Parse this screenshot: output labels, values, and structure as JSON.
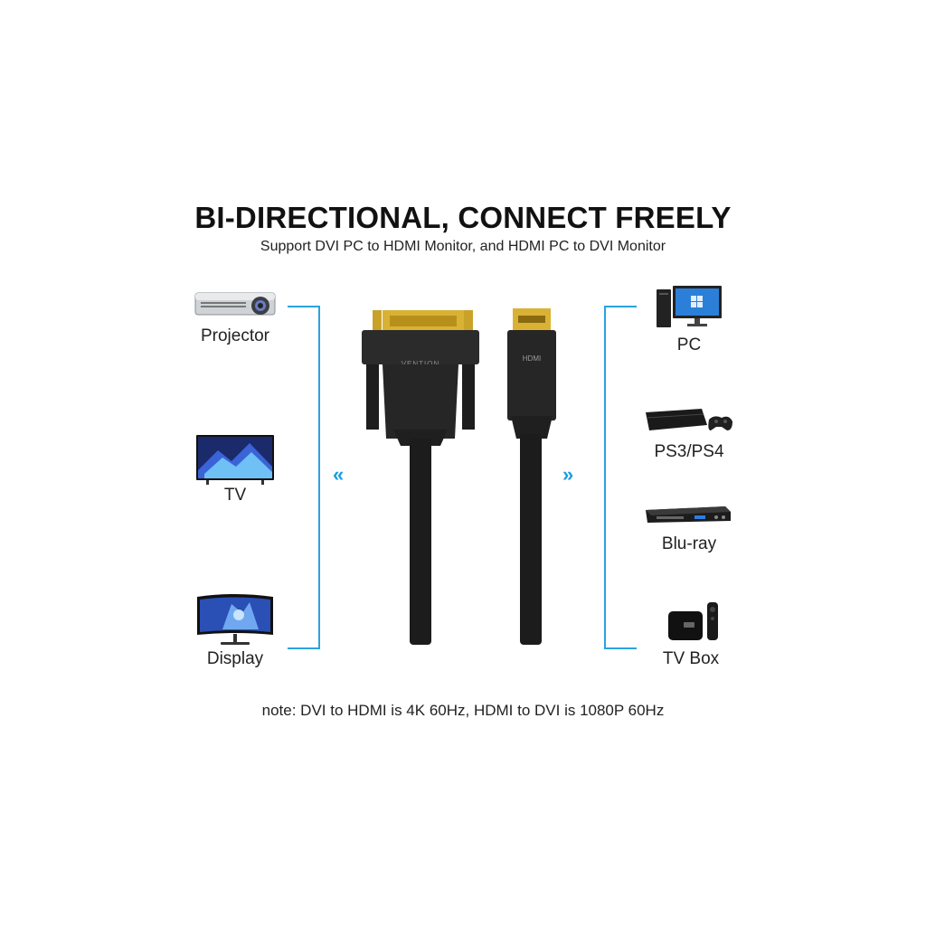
{
  "header": {
    "title": "BI-DIRECTIONAL, CONNECT FREELY",
    "subtitle": "Support DVI PC to HDMI Monitor, and HDMI PC to DVI Monitor"
  },
  "left_devices": [
    {
      "label": "Projector",
      "icon": "projector-icon"
    },
    {
      "label": "TV",
      "icon": "tv-icon"
    },
    {
      "label": "Display",
      "icon": "monitor-icon"
    }
  ],
  "right_devices": [
    {
      "label": "PC",
      "icon": "desktop-pc-icon"
    },
    {
      "label": "PS3/PS4",
      "icon": "game-console-icon"
    },
    {
      "label": "Blu-ray",
      "icon": "bluray-player-icon"
    },
    {
      "label": "TV Box",
      "icon": "tv-box-icon"
    }
  ],
  "cable": {
    "dvi_brand": "VENTION",
    "hdmi_logo": "HDMI"
  },
  "arrows": {
    "left": "«",
    "right": "»"
  },
  "note": "note: DVI to HDMI is 4K 60Hz, HDMI to DVI is 1080P 60Hz",
  "colors": {
    "accent": "#29a3e0",
    "cable": "#1c1c1c",
    "gold": "#d4a52a"
  }
}
